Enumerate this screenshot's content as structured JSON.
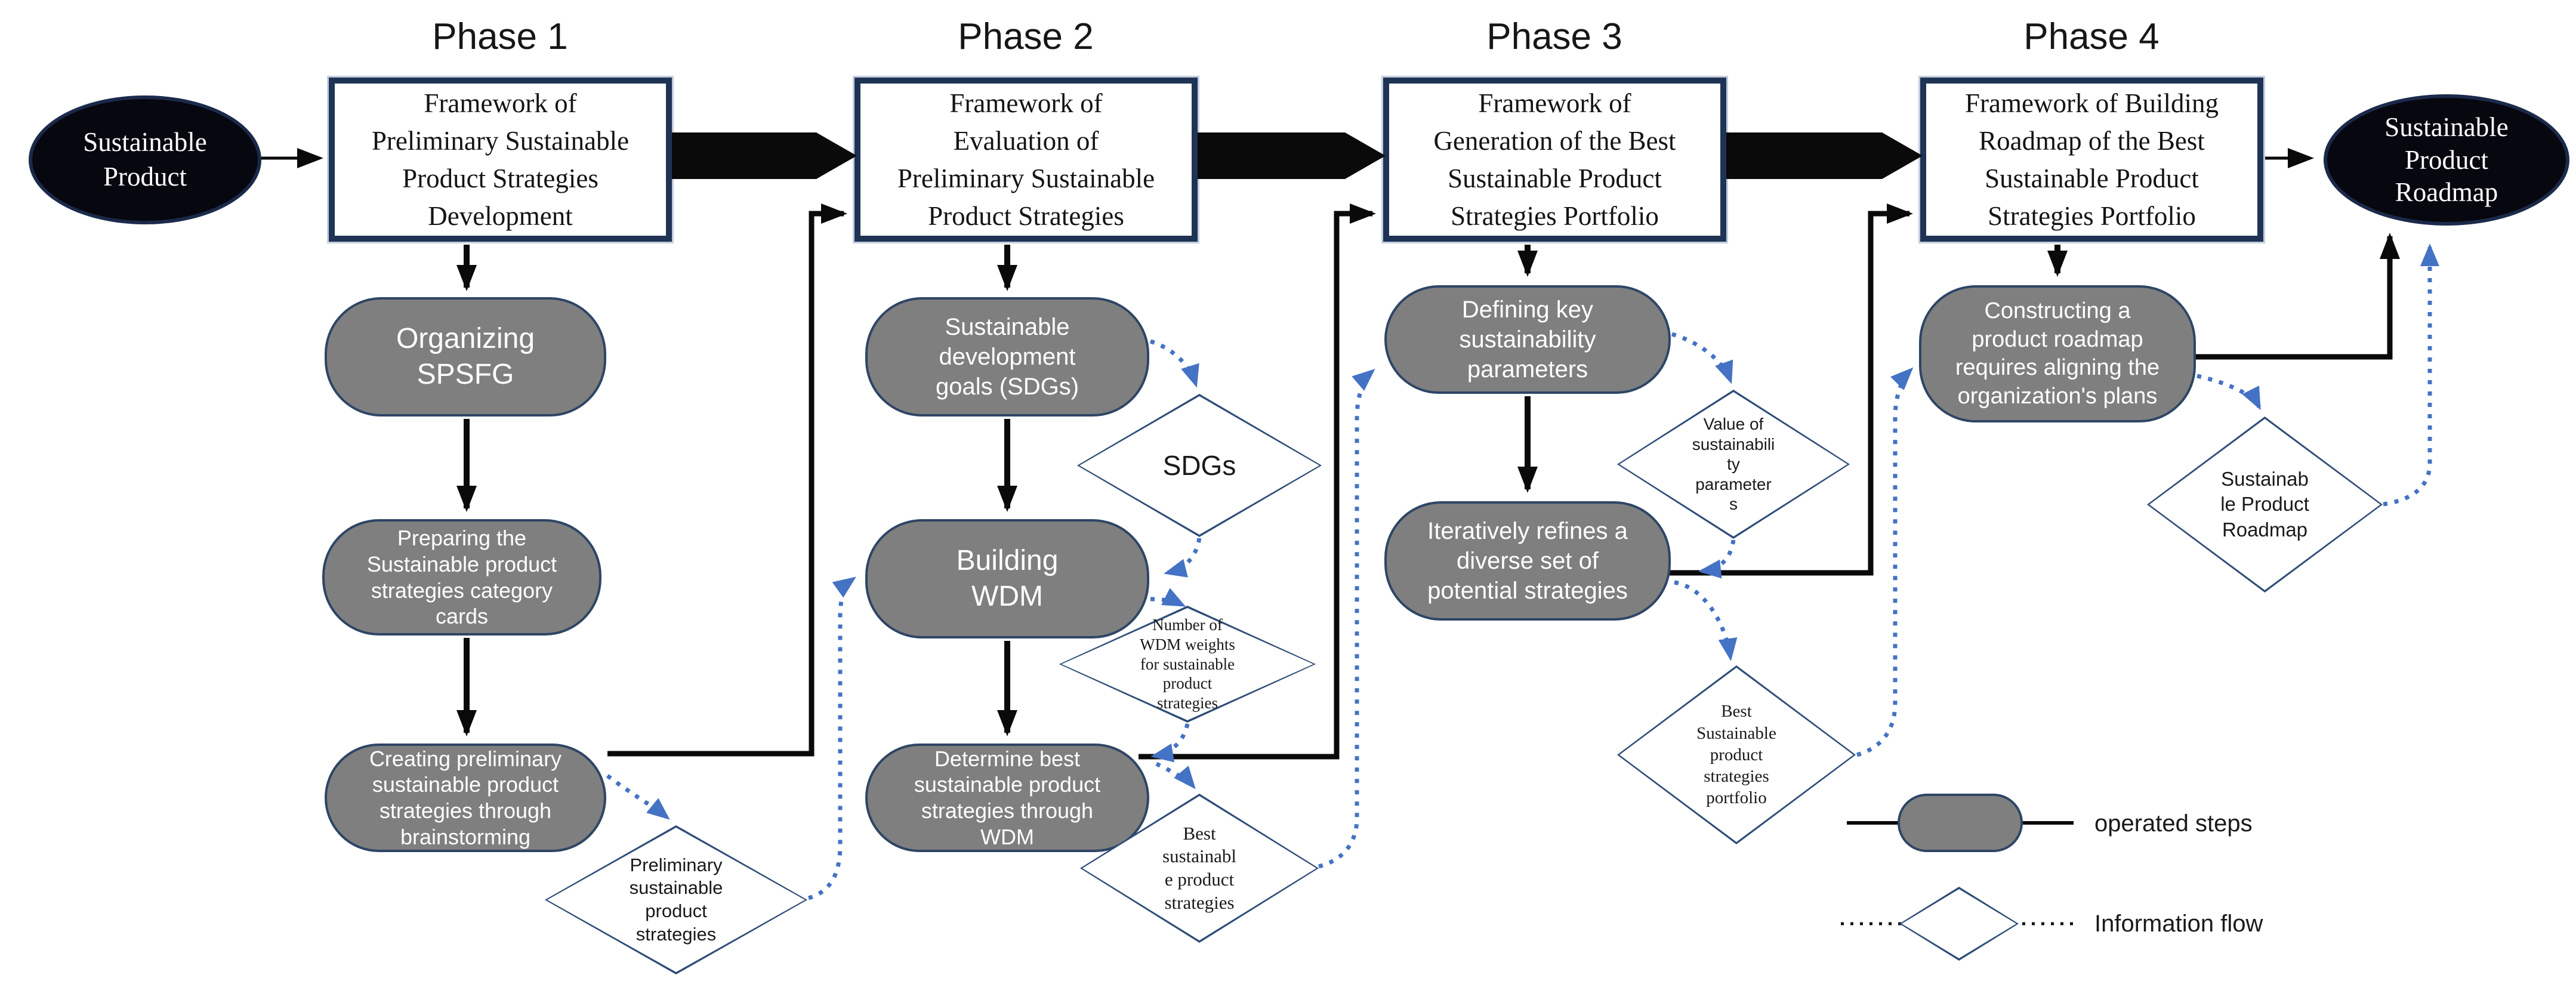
{
  "phases": [
    {
      "label": "Phase 1",
      "framework": "Framework of\nPreliminary Sustainable\nProduct Strategies\nDevelopment"
    },
    {
      "label": "Phase 2",
      "framework": "Framework of\nEvaluation of\nPreliminary Sustainable\nProduct Strategies"
    },
    {
      "label": "Phase 3",
      "framework": "Framework of\nGeneration of the Best\nSustainable Product\nStrategies Portfolio"
    },
    {
      "label": "Phase 4",
      "framework": "Framework of Building\nRoadmap of the Best\nSustainable Product\nStrategies Portfolio"
    }
  ],
  "terminals": {
    "start": "Sustainable\nProduct",
    "end": "Sustainable\nProduct\nRoadmap"
  },
  "steps": {
    "organizing_spsfg": "Organizing\nSPSFG",
    "preparing_cards": "Preparing the\nSustainable product\nstrategies category\ncards",
    "creating_preliminary": "Creating preliminary\nsustainable product\nstrategies through\nbrainstorming",
    "sdgs_step": "Sustainable\ndevelopment\ngoals (SDGs)",
    "building_wdm": "Building\nWDM",
    "determine_best": "Determine best\nsustainable product\nstrategies through\nWDM",
    "defining_parameters": "Defining key\nsustainability\nparameters",
    "iteratively_refines": "Iteratively refines a\ndiverse set of\npotential strategies",
    "constructing_roadmap": "Constructing a\nproduct roadmap\nrequires aligning the\norganization's plans"
  },
  "info_nodes": {
    "preliminary_strategies": "Preliminary\nsustainable\nproduct\nstrategies",
    "sdgs": "SDGs",
    "wdm_weights": "Number of\nWDM weights\nfor sustainable\nproduct\nstrategies",
    "best_strategies": "Best\nsustainabl\ne product\nstrategies",
    "value_parameters": "Value of\nsustainabili\nty\nparameter\ns",
    "best_portfolio": "Best\nSustainable\nproduct\nstrategies\nportfolio",
    "product_roadmap": "Sustainab\nle Product\nRoadmap"
  },
  "legend": {
    "operated_steps": "operated steps",
    "information_flow": "Information flow"
  },
  "colors": {
    "step_gray": "#7F7F7F",
    "navy_border": "#1F3455",
    "info_blue": "#4472C4",
    "arrow_black": "#0A0A0A"
  }
}
